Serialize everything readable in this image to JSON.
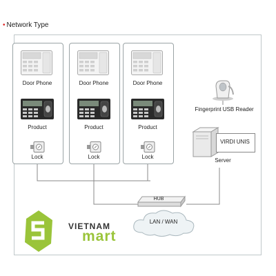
{
  "header": {
    "title": "Network Type"
  },
  "columns": [
    {
      "door_phone_label": "Door Phone",
      "product_label": "Product",
      "lock_label": "Lock"
    },
    {
      "door_phone_label": "Door Phone",
      "product_label": "Product",
      "lock_label": "Lock"
    },
    {
      "door_phone_label": "Door Phone",
      "product_label": "Product",
      "lock_label": "Lock"
    }
  ],
  "fingerprint": {
    "label": "Fingerprint USB Reader"
  },
  "server": {
    "screen_text": "VIRDI UNIS",
    "label": "Server"
  },
  "network": {
    "hub_label": "HUB",
    "cloud_label": "LAN / WAN"
  },
  "logo": {
    "line1": "VIETNAM",
    "line2": "mart"
  },
  "colors": {
    "bullet": "#dd2222",
    "logo_green": "#9ac43a",
    "frame": "#bfc7c9"
  }
}
